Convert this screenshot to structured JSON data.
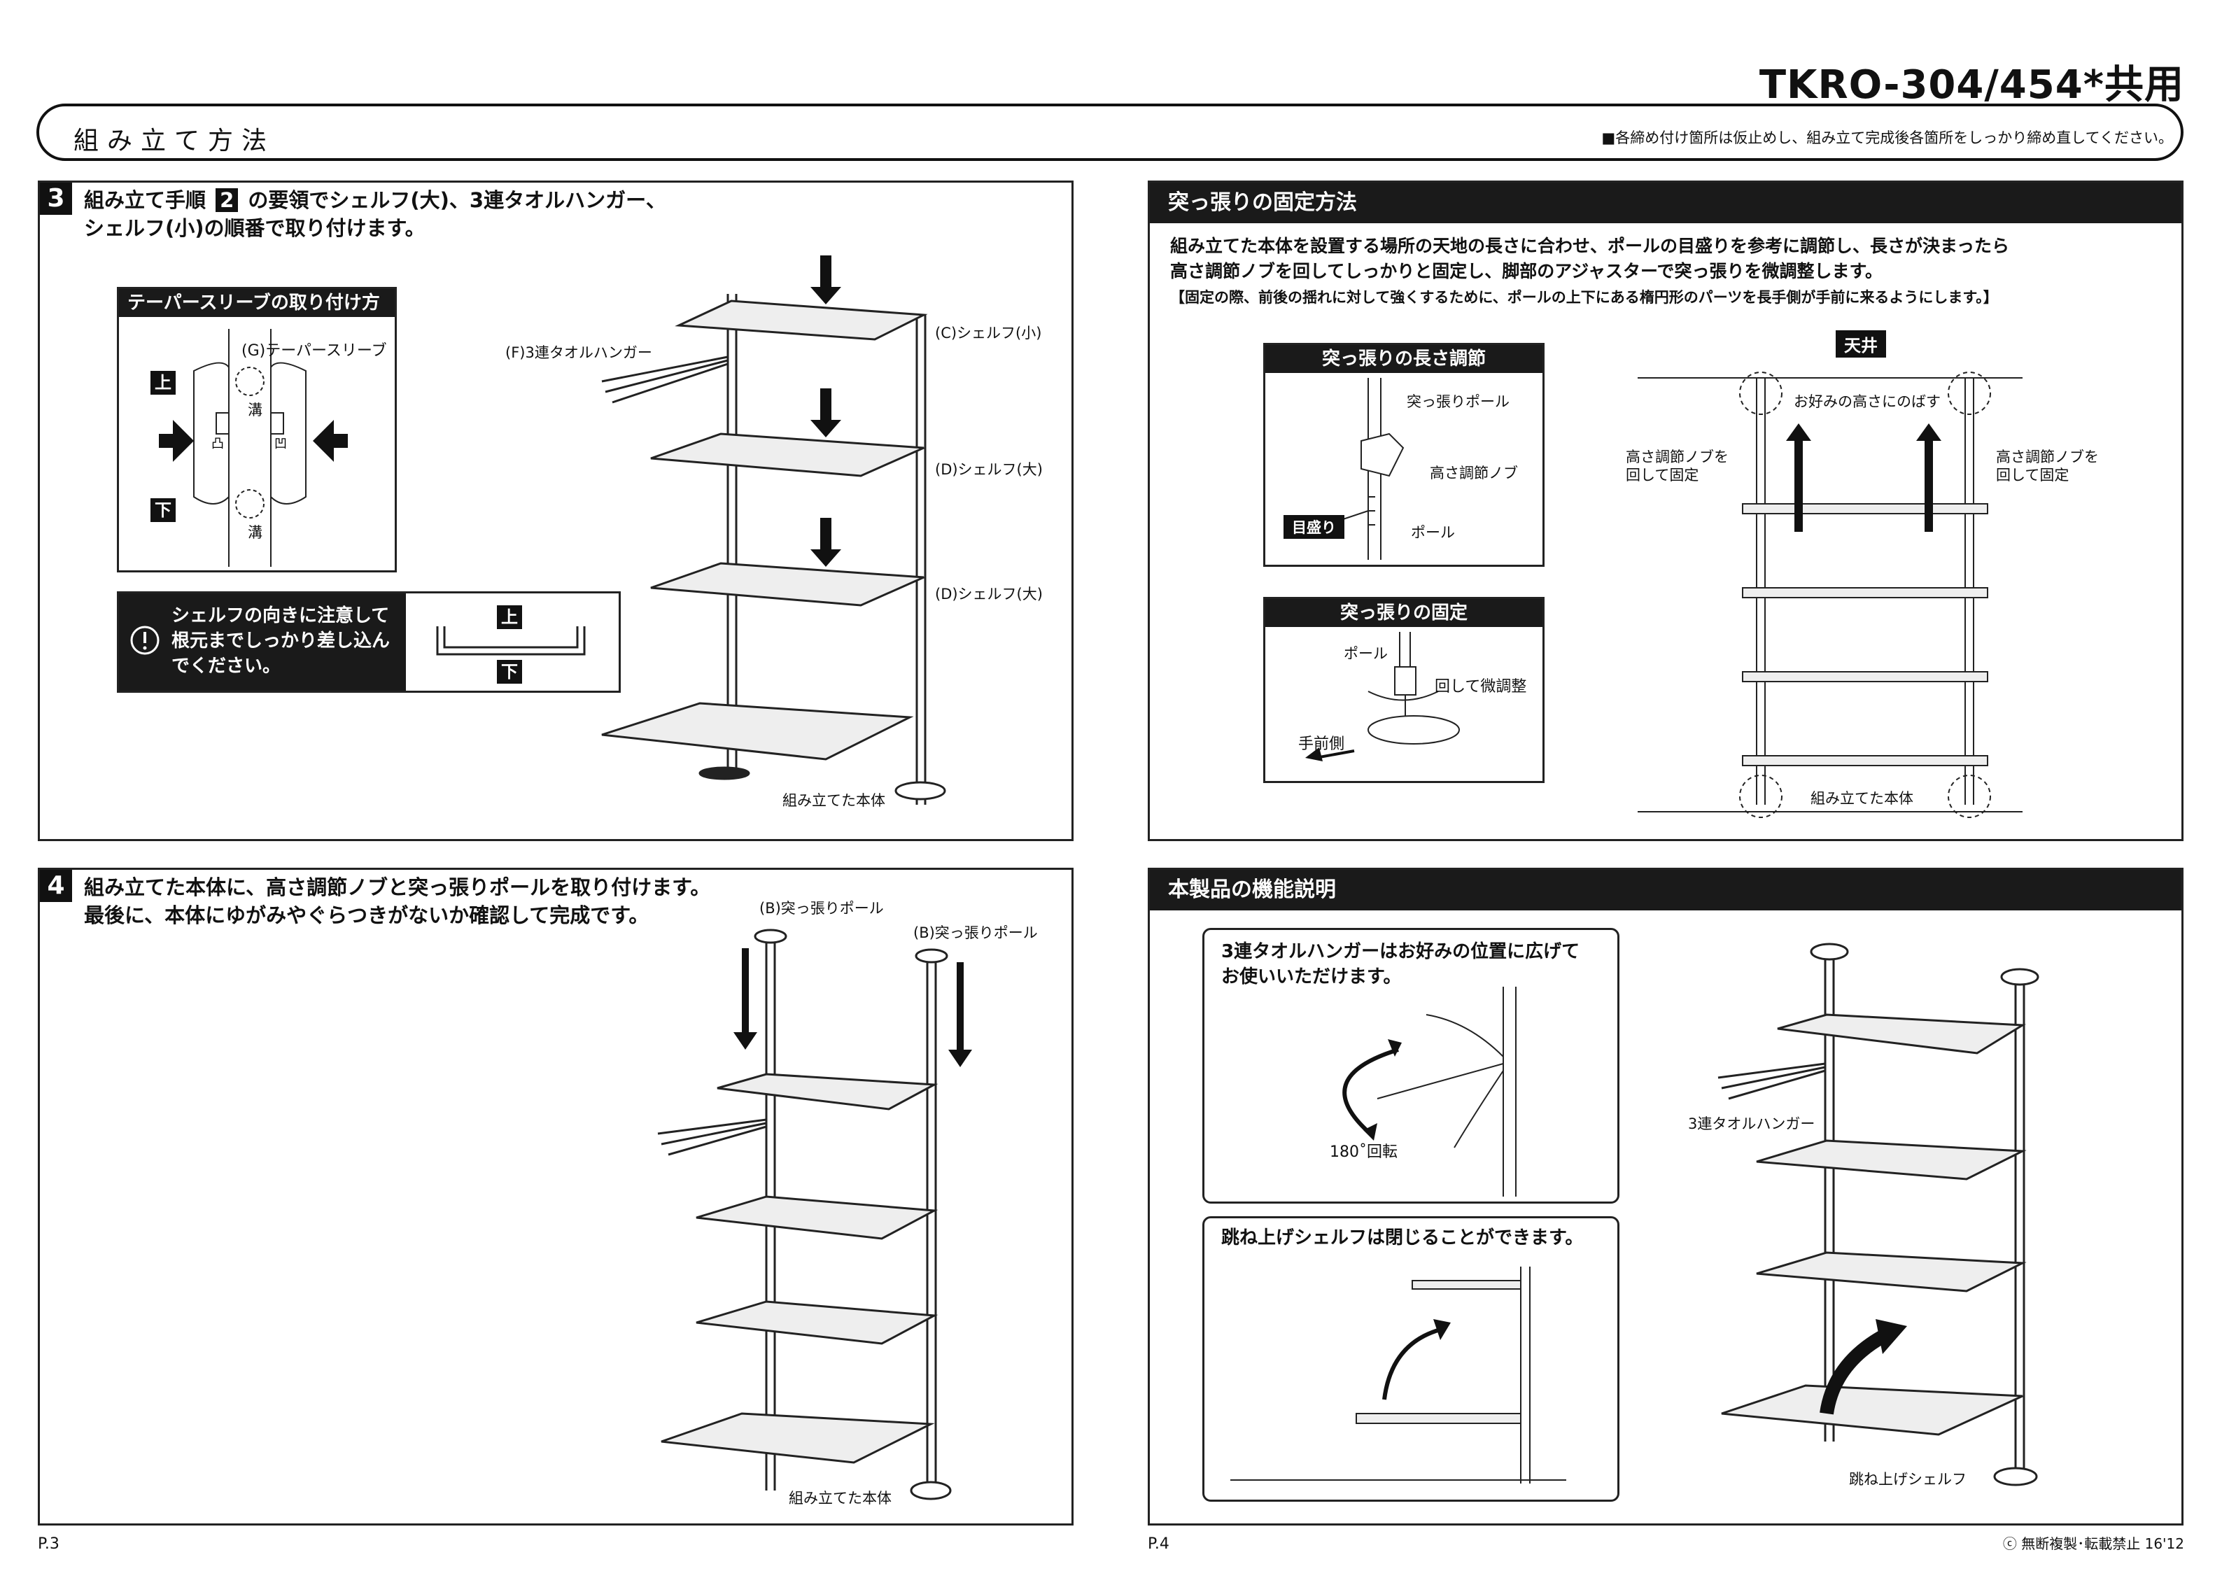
{
  "model_title": "TKRO-304/454*共用",
  "header": {
    "title": "組み立て方法",
    "note": "■各締め付け箇所は仮止めし、組み立て完成後各箇所をしっかり締め直してください。"
  },
  "step3": {
    "number": "3",
    "line1_pre": "組み立て手順",
    "line1_ref": "2",
    "line1_post": "の要領でシェルフ(大)、3連タオルハンガー、",
    "line2": "シェルフ(小)の順番で取り付けます。",
    "sleeve_box_title": "テーパースリーブの取り付け方",
    "sleeve_label": "(G)テーパースリーブ",
    "groove_label": "溝",
    "top_label": "上",
    "bottom_label": "下",
    "caution_line1": "シェルフの向きに注意して",
    "caution_line2": "根元までしっかり差し込ん",
    "caution_line3": "でください。",
    "label_towel": "(F)3連タオルハンガー",
    "label_shelf_small": "(C)シェルフ(小)",
    "label_shelf_large1": "(D)シェルフ(大)",
    "label_shelf_large2": "(D)シェルフ(大)",
    "label_body": "組み立てた本体"
  },
  "step4": {
    "number": "4",
    "line1": "組み立てた本体に、高さ調節ノブと突っ張りポールを取り付けます。",
    "line2": "最後に、本体にゆがみやぐらつきがないか確認して完成です。",
    "label_pole1": "(B)突っ張りポール",
    "label_pole2": "(B)突っ張りポール",
    "label_body": "組み立てた本体"
  },
  "tension": {
    "title": "突っ張りの固定方法",
    "line1": "組み立てた本体を設置する場所の天地の長さに合わせ、ポールの目盛りを参考に調節し、長さが決まったら",
    "line2": "高さ調節ノブを回してしっかりと固定し、脚部のアジャスターで突っ張りを微調整します。",
    "line3": "【固定の際、前後の揺れに対して強くするために、ポールの上下にある楕円形のパーツを長手側が手前に来るようにします。】",
    "box1_title": "突っ張りの長さ調節",
    "box1_pole": "突っ張りポール",
    "box1_knob": "高さ調節ノブ",
    "box1_pole2": "ポール",
    "box1_scale": "目盛り",
    "box2_title": "突っ張りの固定",
    "box2_pole": "ポール",
    "box2_turn": "回して微調整",
    "box2_front": "手前側",
    "ceiling": "天井",
    "extend": "お好みの高さにのばす",
    "knob_left_1": "高さ調節ノブを",
    "knob_left_2": "回して固定",
    "knob_right_1": "高さ調節ノブを",
    "knob_right_2": "回して固定",
    "body": "組み立てた本体"
  },
  "features": {
    "title": "本製品の機能説明",
    "box1_line1": "3連タオルハンガーはお好みの位置に広げて",
    "box1_line2": "お使いいただけます。",
    "rotate": "180˚回転",
    "box2_line1": "跳ね上げシェルフは閉じることができます。",
    "label_towel": "3連タオルハンガー",
    "label_flip": "跳ね上げシェルフ"
  },
  "footer": {
    "page_left": "P.3",
    "page_right": "P.4",
    "copyright": "ⓒ 無断複製･転載禁止 16'12"
  }
}
